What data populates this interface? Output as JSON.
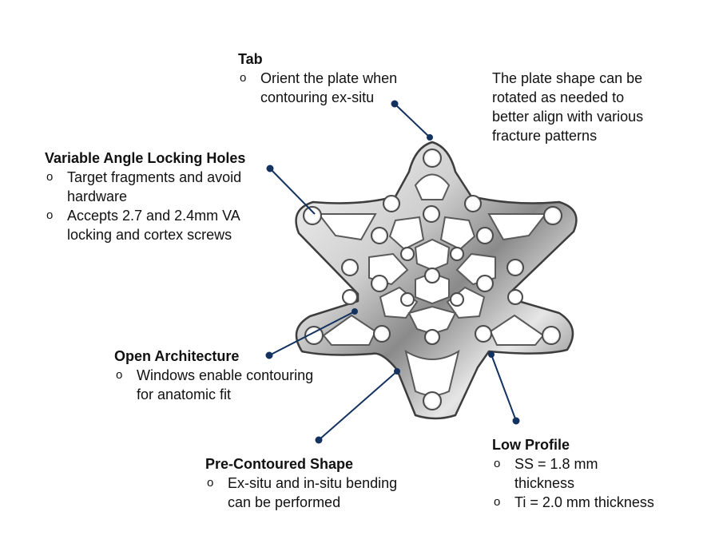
{
  "bullet_glyph": "o",
  "callouts": {
    "tab": {
      "title": "Tab",
      "items": [
        "Orient the plate when contouring ex-situ"
      ]
    },
    "va_holes": {
      "title": "Variable Angle Locking Holes",
      "items": [
        "Target fragments and avoid hardware",
        "Accepts 2.7 and 2.4mm VA locking and cortex screws"
      ]
    },
    "open_arch": {
      "title": "Open Architecture",
      "items": [
        "Windows enable contouring for anatomic fit"
      ]
    },
    "pre_contoured": {
      "title": "Pre-Contoured Shape",
      "items": [
        "Ex-situ and in-situ bending can be performed"
      ]
    },
    "low_profile": {
      "title": "Low Profile",
      "items": [
        "SS = 1.8 mm thickness",
        "Ti = 2.0 mm thickness"
      ]
    }
  },
  "note": "The plate shape can be rotated as needed to better align with various fracture patterns",
  "colors": {
    "leader": "#14325f",
    "metal_light": "#f2f2f2",
    "metal_mid": "#b9b9b9",
    "metal_dark": "#5d5d5d"
  }
}
